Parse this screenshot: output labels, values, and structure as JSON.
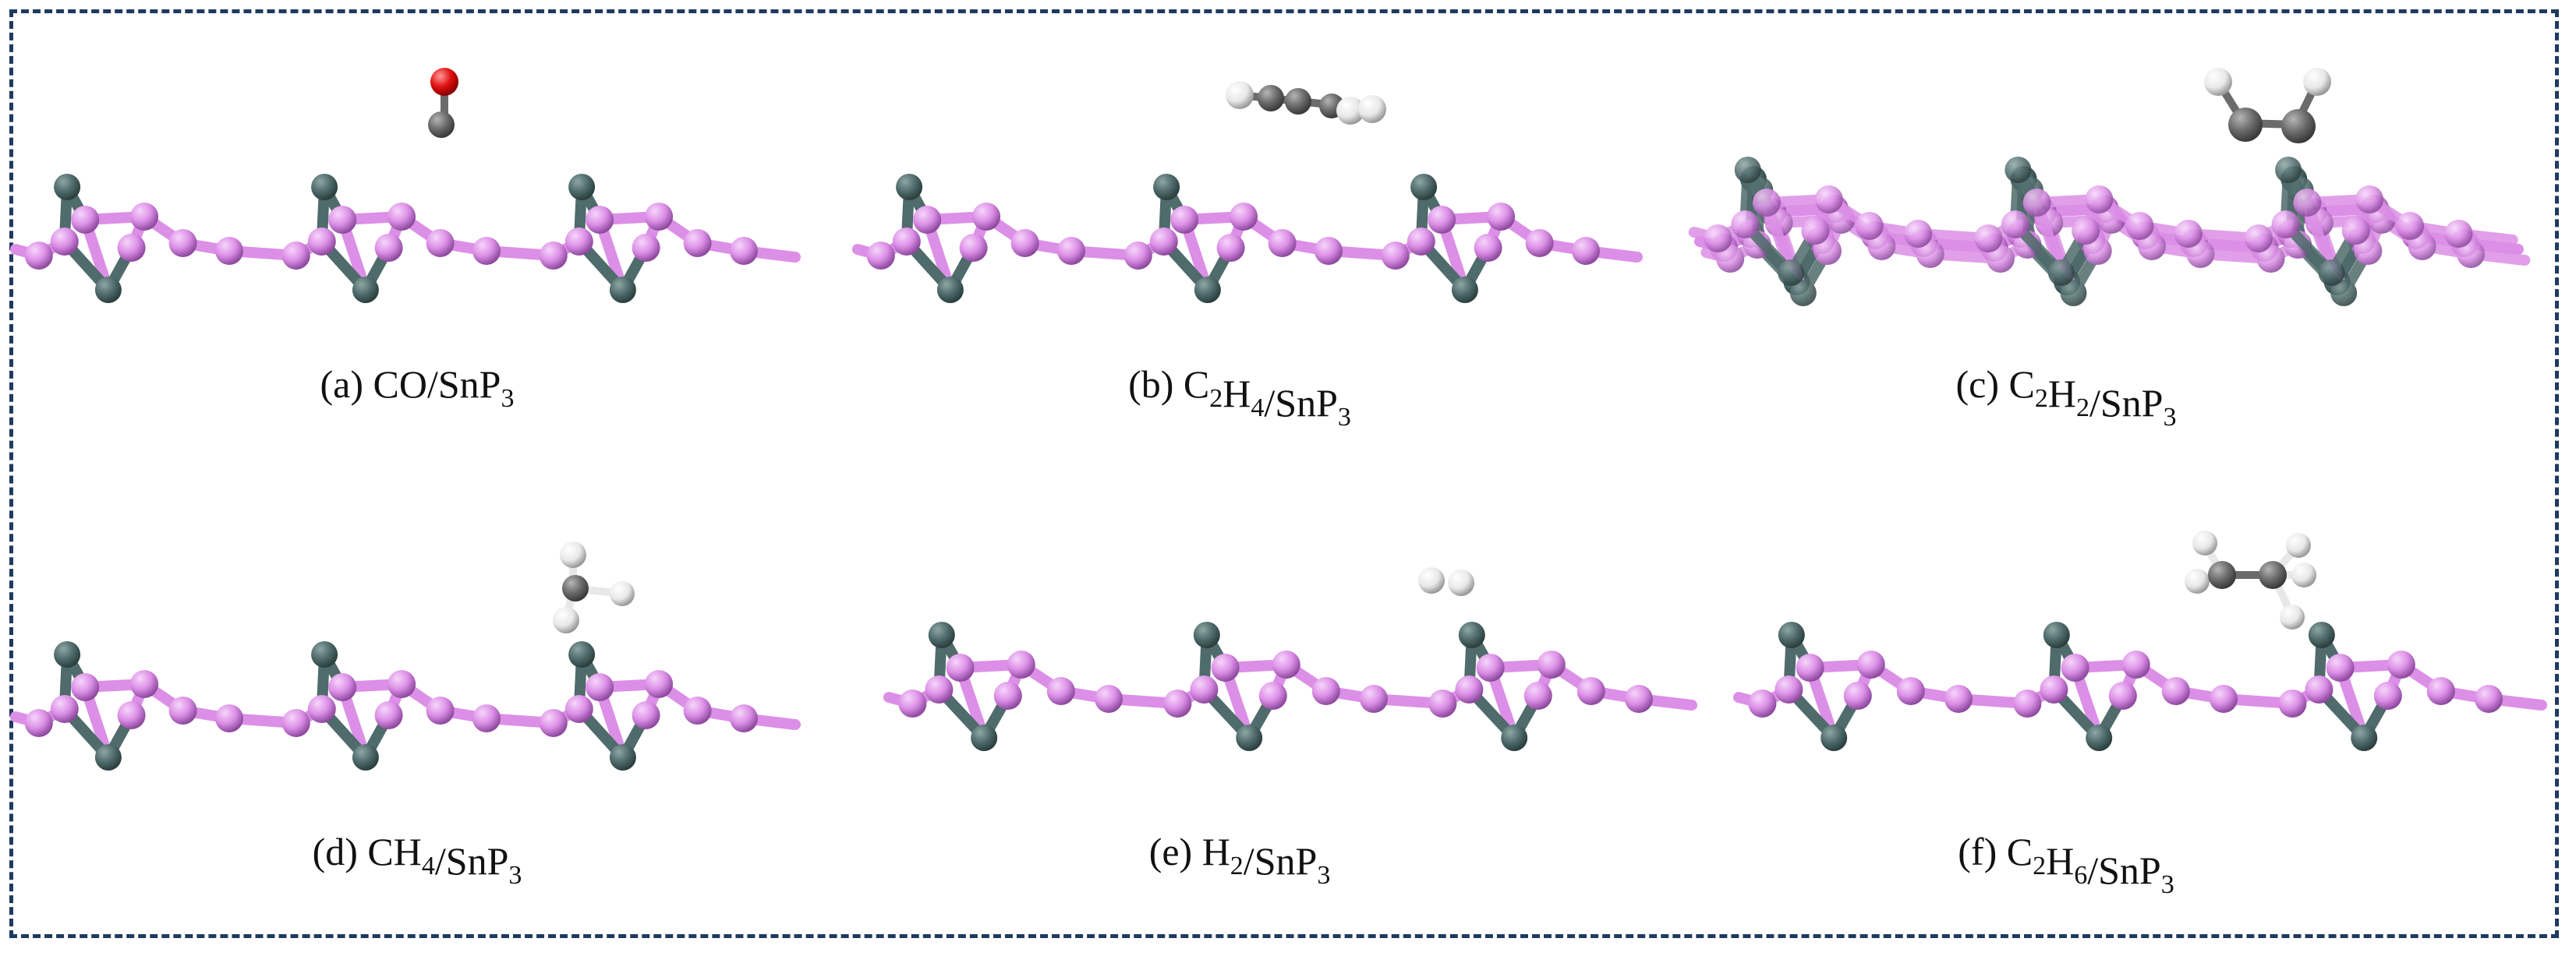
{
  "panels": [
    {
      "letter": "(a)",
      "parts": [
        {
          "t": "CO/SnP"
        },
        {
          "t": "3",
          "sub": true
        }
      ]
    },
    {
      "letter": "(b)",
      "parts": [
        {
          "t": "C"
        },
        {
          "t": "2",
          "sub": true
        },
        {
          "t": "H"
        },
        {
          "t": "4",
          "sub": true
        },
        {
          "t": "/SnP"
        },
        {
          "t": "3",
          "sub": true
        }
      ]
    },
    {
      "letter": "(c)",
      "parts": [
        {
          "t": "C"
        },
        {
          "t": "2",
          "sub": true
        },
        {
          "t": "H"
        },
        {
          "t": "2",
          "sub": true
        },
        {
          "t": "/SnP"
        },
        {
          "t": "3",
          "sub": true
        }
      ]
    },
    {
      "letter": "(d)",
      "parts": [
        {
          "t": "CH"
        },
        {
          "t": "4",
          "sub": true
        },
        {
          "t": "/SnP"
        },
        {
          "t": "3",
          "sub": true
        }
      ]
    },
    {
      "letter": "(e)",
      "parts": [
        {
          "t": "H"
        },
        {
          "t": "2",
          "sub": true
        },
        {
          "t": "/SnP"
        },
        {
          "t": "3",
          "sub": true
        }
      ]
    },
    {
      "letter": "(f)",
      "parts": [
        {
          "t": "C"
        },
        {
          "t": "2",
          "sub": true
        },
        {
          "t": "H"
        },
        {
          "t": "6",
          "sub": true
        },
        {
          "t": "/SnP"
        },
        {
          "t": "3",
          "sub": true
        }
      ]
    }
  ],
  "colors": {
    "phosphorus": "#dc8fe6",
    "phosphorus_dark": "#8f4aa0",
    "tin": "#4f6b6b",
    "tin_dark": "#2c3f3f",
    "carbon": "#6b6b6b",
    "oxygen": "#e01010",
    "hydrogen": "#e8e8e8",
    "frame": "#1f3a5f"
  }
}
